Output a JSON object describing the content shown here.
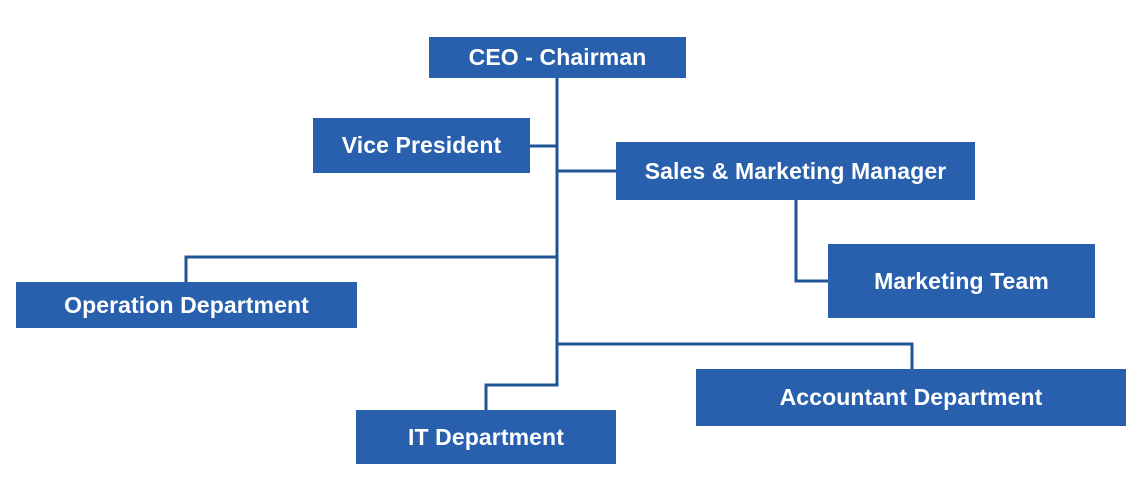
{
  "org_chart": {
    "nodes": {
      "ceo": "CEO - Chairman",
      "vice_president": "Vice President",
      "sales_marketing_manager": "Sales & Marketing Manager",
      "marketing_team": "Marketing Team",
      "operation_department": "Operation Department",
      "accountant_department": "Accountant Department",
      "it_department": "IT Department"
    },
    "edges": [
      [
        "CEO - Chairman",
        "Vice President"
      ],
      [
        "CEO - Chairman",
        "Sales & Marketing Manager"
      ],
      [
        "Sales & Marketing Manager",
        "Marketing Team"
      ],
      [
        "CEO - Chairman",
        "Operation Department"
      ],
      [
        "CEO - Chairman",
        "Accountant Department"
      ],
      [
        "CEO - Chairman",
        "IT Department"
      ]
    ],
    "colors": {
      "box_fill": "#2860ad",
      "box_text": "#ffffff",
      "connector": "#1f5595"
    }
  }
}
